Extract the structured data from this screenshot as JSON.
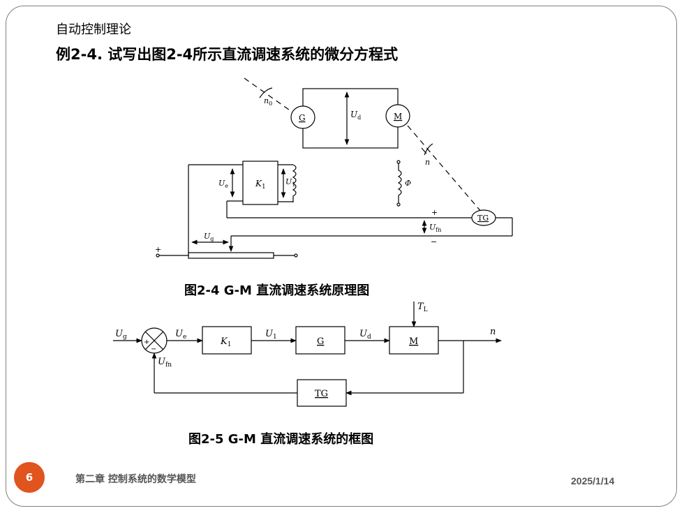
{
  "slide": {
    "course_title": "自动控制理论",
    "heading": "例2-4.  试写出图2-4所示直流调速系统的微分方程式",
    "caption_fig4": "图2-4   G-M 直流调速系统原理图",
    "caption_fig5": "图2-5  G-M 直流调速系统的框图",
    "page_number": "6",
    "chapter": "第二章  控制系统的数学模型",
    "date": "2025/1/14",
    "accent_color": "#e0541d"
  },
  "fig4": {
    "generator": "G",
    "motor": "M",
    "tacho": "TG",
    "amplifier": "K",
    "amplifier_sub": "1",
    "n0": "n",
    "n0_sub": "0",
    "n": "n",
    "ud": "U",
    "ud_sub": "d",
    "ue": "U",
    "ue_sub": "e",
    "u1": "U",
    "u1_sub": "1",
    "phi": "Φ",
    "ufn": "U",
    "ufn_sub": "fn",
    "ug": "U",
    "ug_sub": "g",
    "plus": "+",
    "minus": "−"
  },
  "fig5": {
    "input": "U",
    "input_sub": "g",
    "ue": "U",
    "ue_sub": "e",
    "k1": "K",
    "k1_sub": "1",
    "u1": "U",
    "u1_sub": "1",
    "g": "G",
    "ud": "U",
    "ud_sub": "d",
    "m": "M",
    "tl": "T",
    "tl_sub": "L",
    "output": "n",
    "tg": "TG",
    "ufn": "U",
    "ufn_sub": "fn",
    "plus": "+",
    "minus": "−"
  }
}
